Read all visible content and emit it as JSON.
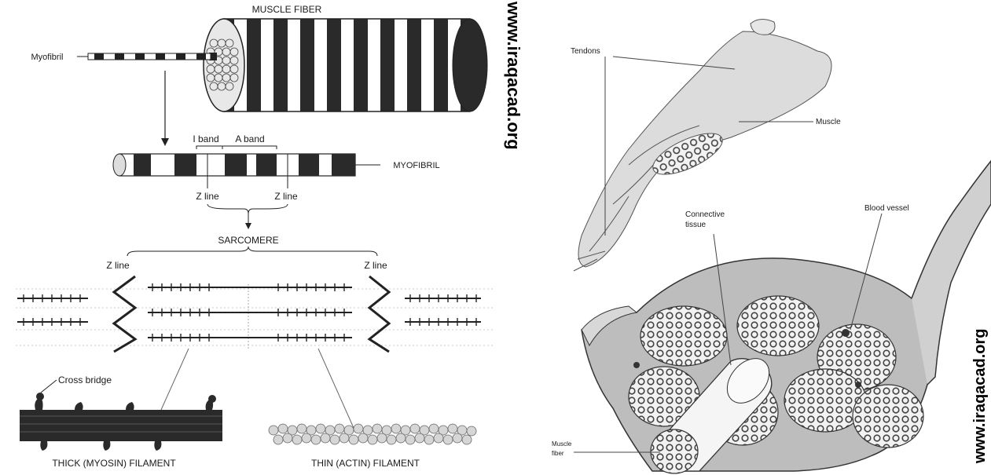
{
  "left_diagram": {
    "muscle_fiber": "MUSCLE FIBER",
    "myofibril_left": "Myofibril",
    "i_band": "I band",
    "a_band": "A band",
    "myofibril_right": "MYOFIBRIL",
    "z_line_1": "Z line",
    "z_line_2": "Z line",
    "sarcomere": "SARCOMERE",
    "z_line_left": "Z line",
    "z_line_right": "Z line",
    "cross_bridge": "Cross bridge",
    "thick_filament": "THICK (MYOSIN) FILAMENT",
    "thin_filament": "THIN (ACTIN) FILAMENT"
  },
  "right_diagram": {
    "tendons": "Tendons",
    "muscle": "Muscle",
    "connective_tissue_1": "Connective",
    "connective_tissue_2": "tissue",
    "blood_vessel": "Blood vessel",
    "muscle_fiber_1": "Muscle",
    "muscle_fiber_2": "fiber"
  },
  "watermarks": {
    "top": "www.iraqacad.org",
    "right": "www.iraqacad.org"
  }
}
